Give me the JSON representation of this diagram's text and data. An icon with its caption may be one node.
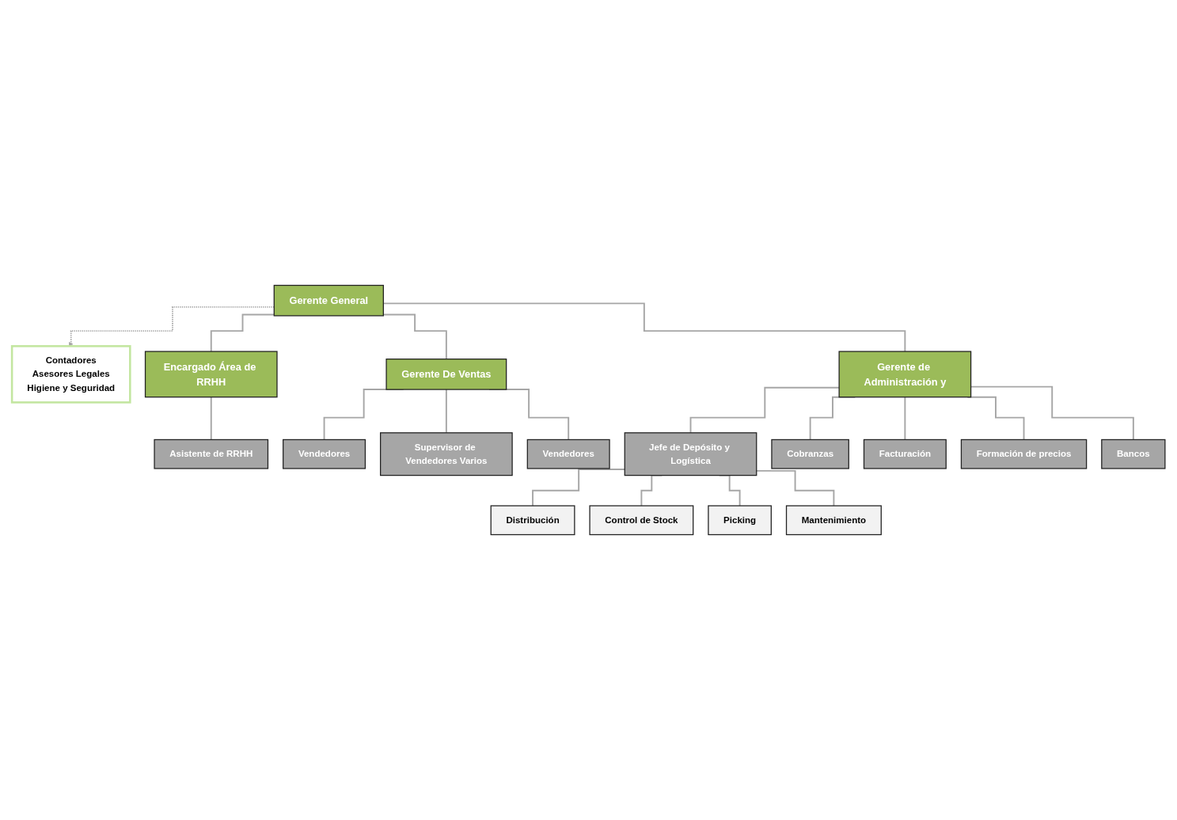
{
  "diagram": {
    "nodes": [
      {
        "text": [
          "Gerente General"
        ]
      },
      {
        "text": [
          "Contadores",
          "Asesores Legales",
          "Higiene y Seguridad"
        ]
      },
      {
        "text": [
          "Encargado Área de RRHH"
        ]
      },
      {
        "text": [
          "Gerente De Ventas"
        ]
      },
      {
        "text": [
          "Gerente de Administración y"
        ]
      },
      {
        "text": [
          "Jefe de Depósito y Logística"
        ]
      },
      {
        "text": [
          "Asistente de RRHH"
        ]
      },
      {
        "text": [
          "Vendedores"
        ]
      },
      {
        "text": [
          "Supervisor de Vendedores Varios"
        ]
      },
      {
        "text": [
          "Vendedores"
        ]
      },
      {
        "text": [
          "Cobranzas"
        ]
      },
      {
        "text": [
          "Facturación"
        ]
      },
      {
        "text": [
          "Formación de precios"
        ]
      },
      {
        "text": [
          "Bancos"
        ]
      },
      {
        "text": [
          "Distribución"
        ]
      },
      {
        "text": [
          "Control de Stock"
        ]
      },
      {
        "text": [
          "Picking"
        ]
      },
      {
        "text": [
          "Mantenimiento"
        ]
      }
    ],
    "edges": [
      {
        "from": 0,
        "to": 1,
        "arrow": "to",
        "style": "dashed"
      },
      {
        "from": 0,
        "to": 2,
        "arrow": "none"
      },
      {
        "from": 0,
        "to": 3,
        "arrow": "none"
      },
      {
        "from": 0,
        "to": 4,
        "arrow": "none"
      },
      {
        "from": 4,
        "to": 5,
        "arrow": "none"
      },
      {
        "from": 2,
        "to": 6,
        "arrow": "none"
      },
      {
        "from": 3,
        "to": 7,
        "arrow": "none"
      },
      {
        "from": 3,
        "to": 8,
        "arrow": "none"
      },
      {
        "from": 3,
        "to": 9,
        "arrow": "none"
      },
      {
        "from": 4,
        "to": 10,
        "arrow": "none"
      },
      {
        "from": 4,
        "to": 11,
        "arrow": "none"
      },
      {
        "from": 4,
        "to": 12,
        "arrow": "none"
      },
      {
        "from": 4,
        "to": 13,
        "arrow": "none"
      },
      {
        "from": 5,
        "to": 14,
        "arrow": "none"
      },
      {
        "from": 5,
        "to": 15,
        "arrow": "none"
      },
      {
        "from": 5,
        "to": 16,
        "arrow": "none"
      },
      {
        "from": 5,
        "to": 17,
        "arrow": "none"
      }
    ]
  }
}
